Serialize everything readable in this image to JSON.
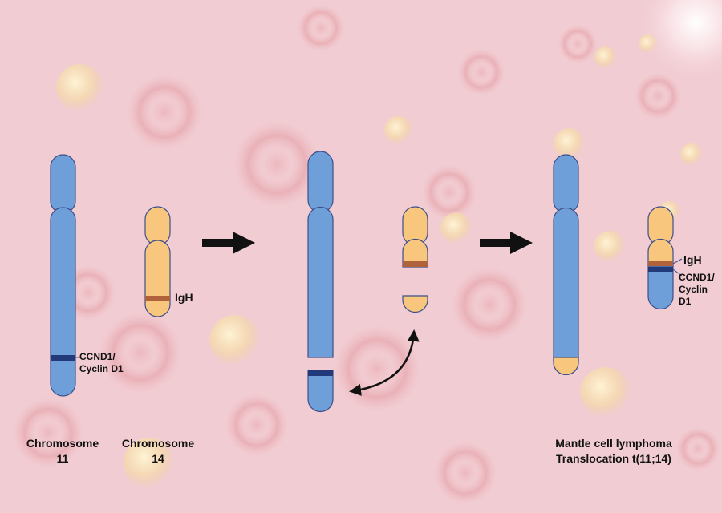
{
  "labels": {
    "ccnd1_line1": "CCND1/",
    "ccnd1_line2": "Cyclin D1",
    "igh": "IgH"
  },
  "captions": {
    "chromosome11_line1": "Chromosome",
    "chromosome11_line2": "11",
    "chromosome14_line1": "Chromosome",
    "chromosome14_line2": "14",
    "result_line1": "Mantle cell lymphoma",
    "result_line2": "Translocation t(11;14)"
  },
  "colors": {
    "chromosome11": "#6f9fd8",
    "chromosome14": "#f8c67c",
    "outline": "#3e4f8a",
    "ccnd1_band": "#223a7a",
    "igh_band": "#b0623a",
    "background": "#f1cdd3"
  }
}
